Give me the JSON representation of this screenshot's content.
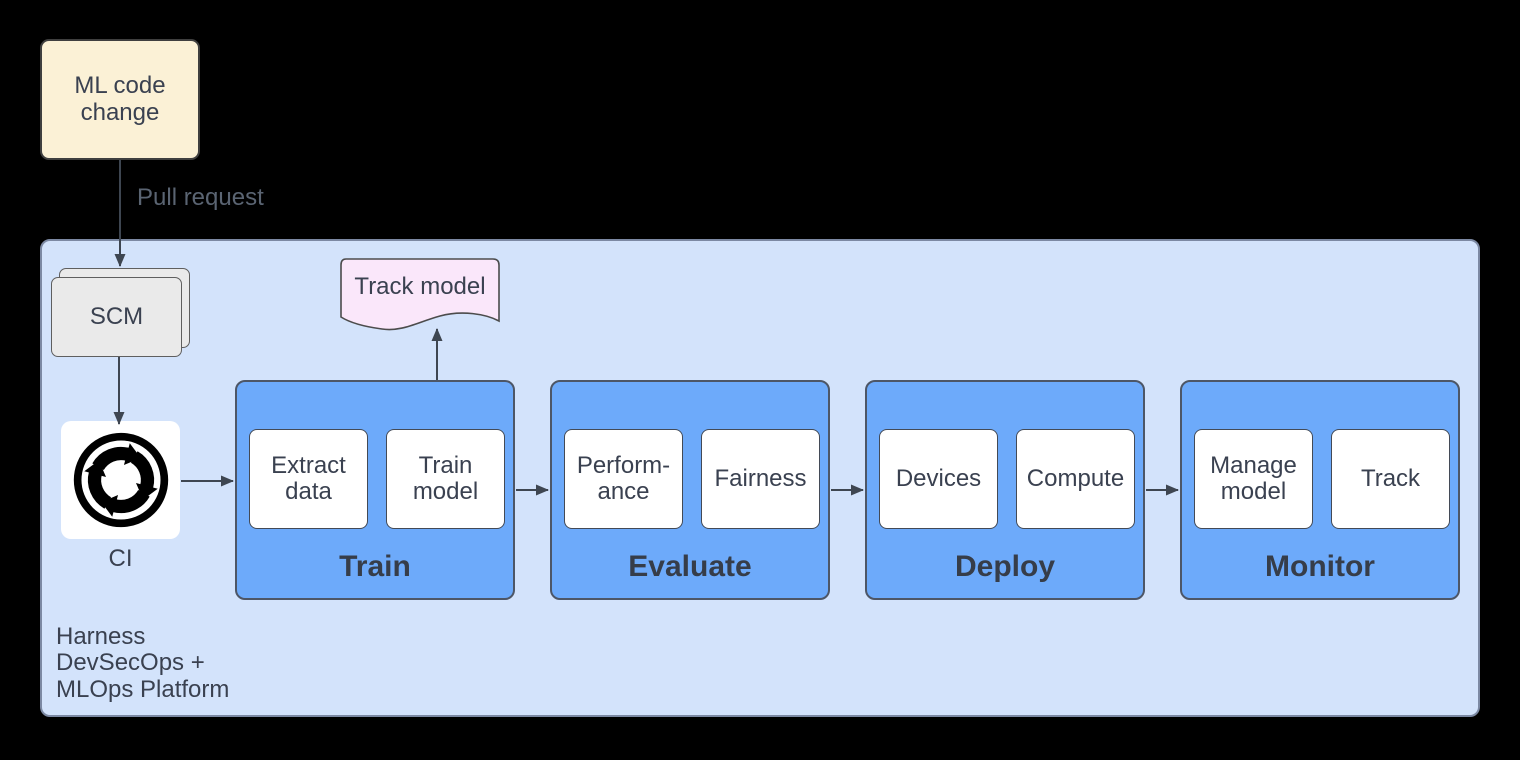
{
  "diagram": {
    "ml_code_change": "ML code\nchange",
    "pull_request": "Pull request",
    "scm": "SCM",
    "ci": "CI",
    "track_model": "Track model",
    "platform": "Harness\nDevSecOps +\nMLOps Platform",
    "stages": [
      {
        "label": "Train",
        "items": [
          "Extract\ndata",
          "Train\nmodel"
        ]
      },
      {
        "label": "Evaluate",
        "items": [
          "Perform-\nance",
          "Fairness"
        ]
      },
      {
        "label": "Deploy",
        "items": [
          "Devices",
          "Compute"
        ]
      },
      {
        "label": "Monitor",
        "items": [
          "Manage\nmodel",
          "Track"
        ]
      }
    ]
  },
  "colors": {
    "canvas_bg": "#000000",
    "container_fill": "#D3E3FB",
    "container_border": "#7C89A3",
    "stage_fill": "#6DAAFA",
    "stage_border": "#4D5666",
    "subbox_fill": "#FFFFFF",
    "ml_box_fill": "#FBF1D6",
    "scm_fill": "#EAEAEA",
    "document_fill": "#FAE7FA",
    "text": "#3A4150",
    "edge_label_text": "#5A6472",
    "arrow": "#3E4651",
    "ci_icon": "#000000"
  }
}
